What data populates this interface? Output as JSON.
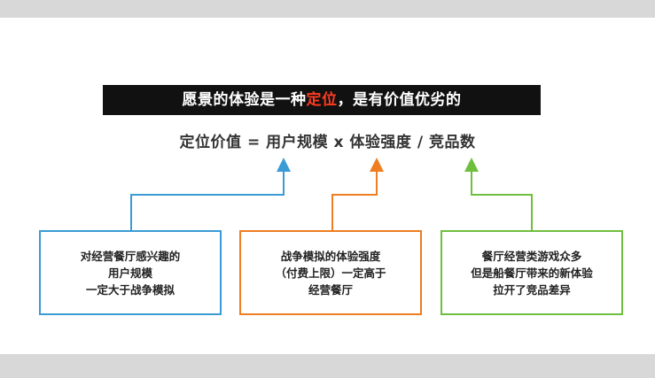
{
  "banner": {
    "prefix": "愿景的体验是一种",
    "highlight": "定位",
    "suffix": "，是有价值优劣的"
  },
  "formula": "定位价值 = 用户规模 x 体验强度 / 竞品数",
  "boxes": [
    {
      "lines": [
        "对经营餐厅感兴趣的",
        "用户规模",
        "一定大于战争模拟"
      ]
    },
    {
      "lines": [
        "战争模拟的体验强度",
        "（付费上限）一定高于",
        "经营餐厅"
      ]
    },
    {
      "lines": [
        "餐厅经营类游戏众多",
        "但是船餐厅带来的新体验",
        "拉开了竞品差异"
      ]
    }
  ],
  "colors": {
    "blue": "#3a9bd5",
    "orange": "#ef7d22",
    "green": "#6fbf3f",
    "highlight": "#ff3b1f"
  }
}
